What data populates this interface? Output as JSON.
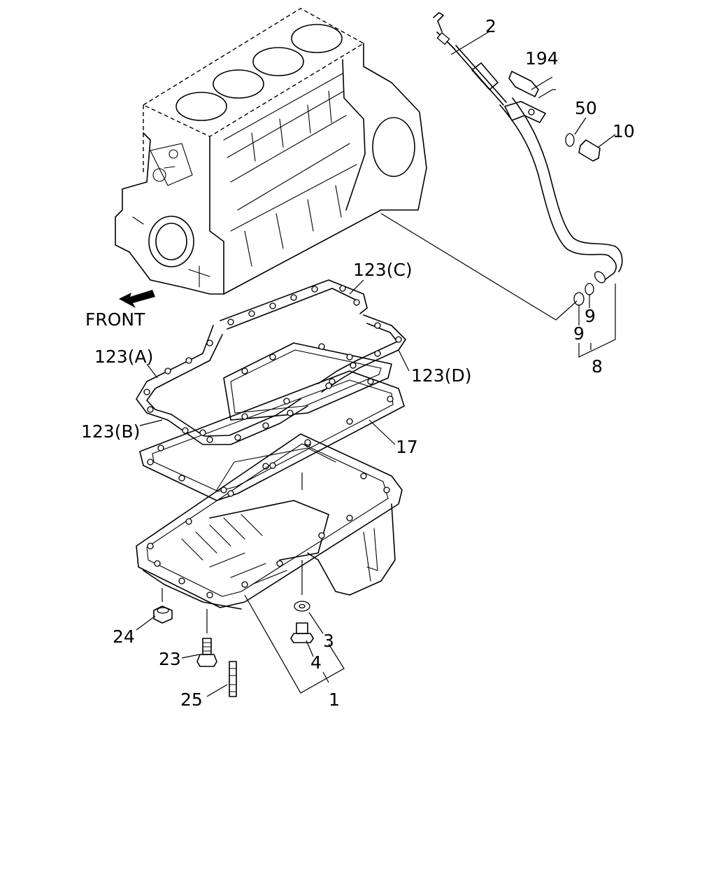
{
  "front_label": "FRONT",
  "callouts": [
    {
      "id": "c2",
      "text": "2"
    },
    {
      "id": "c194",
      "text": "194"
    },
    {
      "id": "c50",
      "text": "50"
    },
    {
      "id": "c10",
      "text": "10"
    },
    {
      "id": "c123c",
      "text": "123(C)"
    },
    {
      "id": "c123a",
      "text": "123(A)"
    },
    {
      "id": "c123d",
      "text": "123(D)"
    },
    {
      "id": "c123b",
      "text": "123(B)"
    },
    {
      "id": "c17",
      "text": "17"
    },
    {
      "id": "c9a",
      "text": "9"
    },
    {
      "id": "c9b",
      "text": "9"
    },
    {
      "id": "c8",
      "text": "8"
    },
    {
      "id": "c24",
      "text": "24"
    },
    {
      "id": "c23",
      "text": "23"
    },
    {
      "id": "c25",
      "text": "25"
    },
    {
      "id": "c3",
      "text": "3"
    },
    {
      "id": "c4",
      "text": "4"
    },
    {
      "id": "c1",
      "text": "1"
    }
  ]
}
